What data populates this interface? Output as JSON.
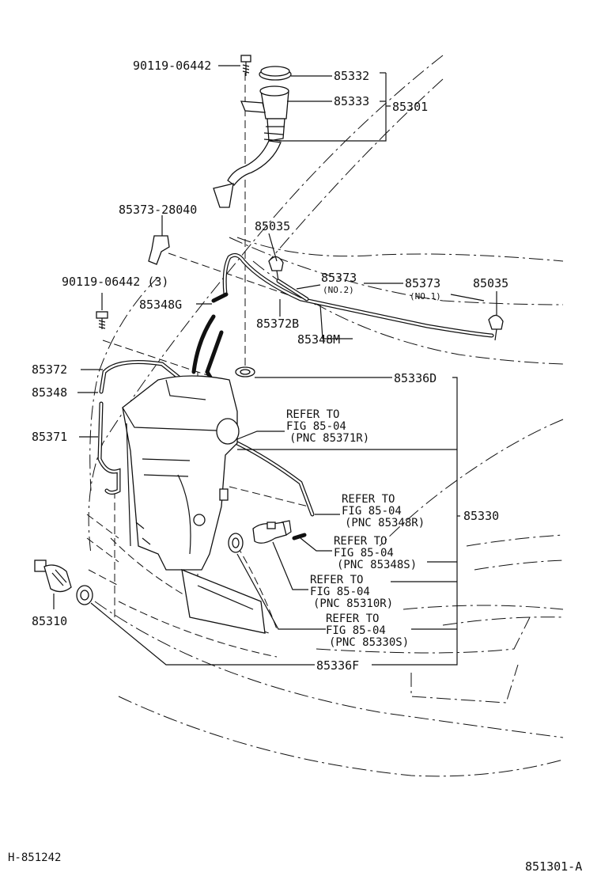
{
  "labels": {
    "bolt_top": "90119-06442",
    "p85332": "85332",
    "p85333": "85333",
    "p85301": "85301",
    "clip": "85373-28040",
    "p85035a": "85035",
    "p85373_no2": "85373",
    "no2": "(NO.2)",
    "p85373_no1": "85373",
    "no1": "(NO.1)",
    "p85035b": "85035",
    "bolt_3": "90119-06442 (3)",
    "p85348g": "85348G",
    "p85372b": "85372B",
    "p85348m": "85348M",
    "p85372": "85372",
    "p85336d": "85336D",
    "p85348": "85348",
    "p85371": "85371",
    "p85330": "85330",
    "p85310": "85310",
    "p85336f": "85336F"
  },
  "refers": [
    {
      "l1": "REFER TO",
      "l2": "FIG 85-04",
      "l3": "(PNC 85371R)"
    },
    {
      "l1": "REFER TO",
      "l2": "FIG 85-04",
      "l3": "(PNC 85348R)"
    },
    {
      "l1": "REFER TO",
      "l2": "FIG 85-04",
      "l3": "(PNC 85348S)"
    },
    {
      "l1": "REFER TO",
      "l2": "FIG 85-04",
      "l3": "(PNC 85310R)"
    },
    {
      "l1": "REFER TO",
      "l2": "FIG 85-04",
      "l3": "(PNC 85330S)"
    }
  ],
  "footer": {
    "left": "H-851242",
    "right": "851301-A"
  }
}
